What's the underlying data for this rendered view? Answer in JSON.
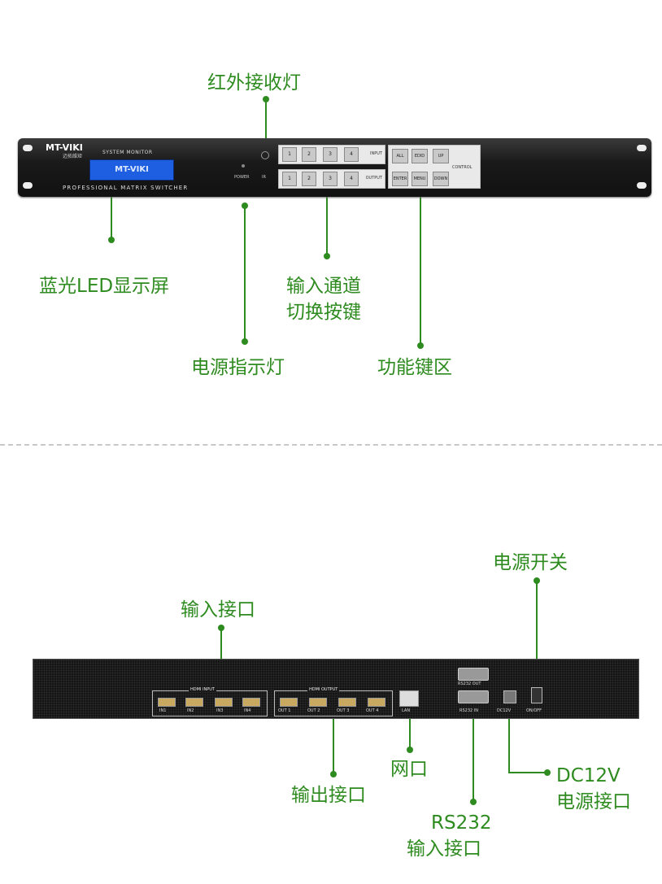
{
  "front_labels": {
    "ir_receiver": "红外接收灯",
    "lcd": "蓝光LED显示屏",
    "input_line1": "输入通道",
    "input_line2": "切换按键",
    "power_led": "电源指示灯",
    "function_keys": "功能键区"
  },
  "rear_labels": {
    "power_switch": "电源开关",
    "input_ports": "输入接口",
    "output_ports": "输出接口",
    "lan": "网口",
    "rs232_line1": "RS232",
    "rs232_line2": "输入接口",
    "dc_line1": "DC12V",
    "dc_line2": "电源接口"
  },
  "front_panel": {
    "brand": "MT-VIKI",
    "brand_sub": "迈拓维矩",
    "system_monitor": "SYSTEM MONITOR",
    "lcd_text": "MT-VIKI",
    "product_line": "PROFESSIONAL MATRIX SWITCHER",
    "power": "POWER",
    "ir": "IR",
    "input_keys": [
      "1",
      "2",
      "3",
      "4"
    ],
    "output_keys": [
      "1",
      "2",
      "3",
      "4"
    ],
    "input_label": "INPUT",
    "output_label": "OUTPUT",
    "ctrl_top": [
      "ALL",
      "EDID",
      "UP"
    ],
    "ctrl_bottom": [
      "ENTER",
      "MENU",
      "DOWN"
    ],
    "control": "CONTROL"
  },
  "rear_panel": {
    "hdmi_input": "HDMI INPUT",
    "hdmi_output": "HDMI OUTPUT",
    "inputs": [
      "IN1",
      "IN2",
      "IN3",
      "IN4"
    ],
    "outputs": [
      "OUT 1",
      "OUT 2",
      "OUT 3",
      "OUT 4"
    ],
    "lan": "LAN",
    "rs232_out": "RS232 OUT",
    "rs232_in": "RS232 IN",
    "dc12v": "DC12V",
    "onoff": "ON/OFF"
  },
  "colors": {
    "accent": "#2e8b1f",
    "lcd": "#1d5fe0"
  }
}
